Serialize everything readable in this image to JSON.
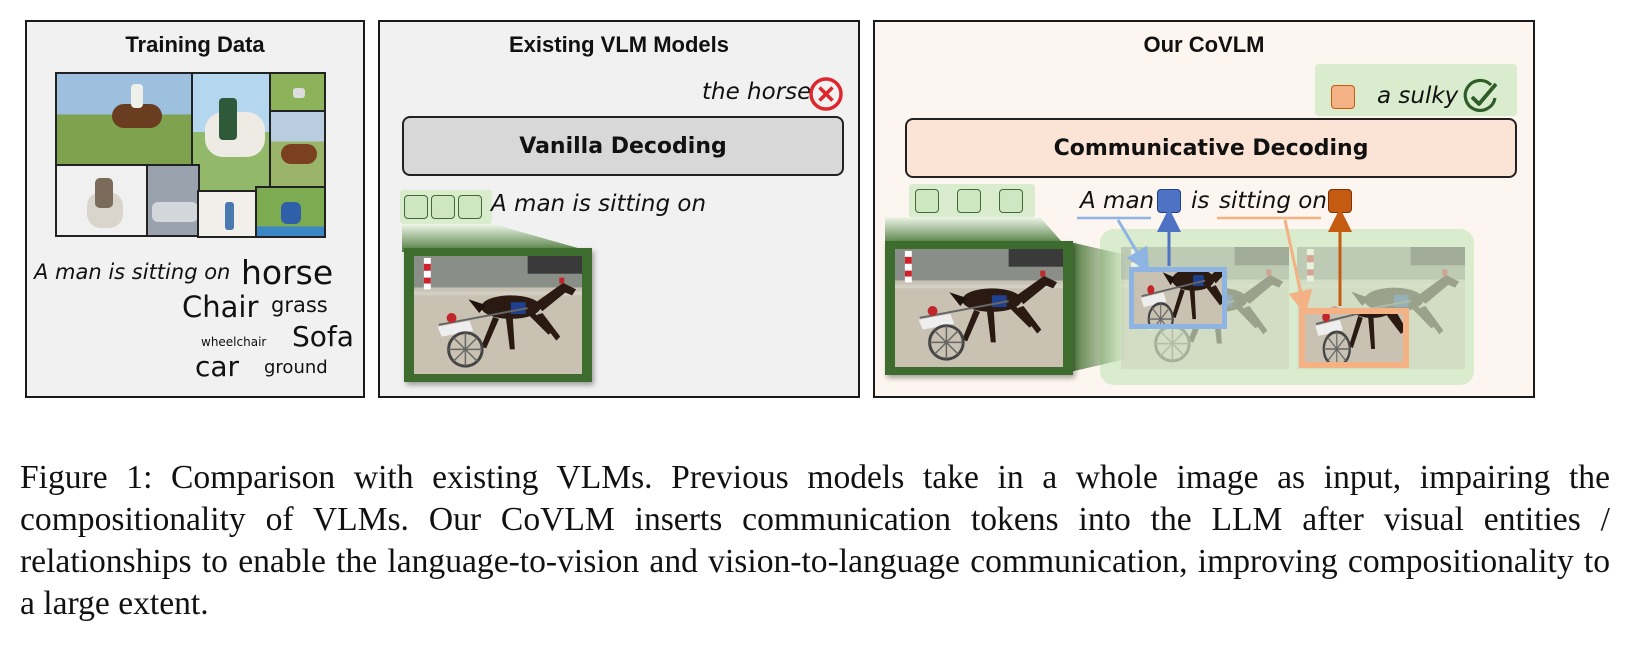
{
  "panels": {
    "training": {
      "title": "Training Data",
      "prompt": "A man is sitting on",
      "words": [
        "horse",
        "Chair",
        "grass",
        "wheelchair",
        "Sofa",
        "car",
        "ground"
      ]
    },
    "existing": {
      "title": "Existing VLM Models",
      "output": "the horse",
      "decoder_label": "Vanilla Decoding",
      "prompt": "A man is sitting on"
    },
    "ours": {
      "title": "Our CoVLM",
      "output": "a sulky",
      "decoder_label": "Communicative Decoding",
      "phrase_entity": "A man",
      "phrase_is": "is",
      "phrase_relation": "sitting on"
    }
  },
  "colors": {
    "panel_bg_gray": "#f1f1f1",
    "panel_bg_ours": "#fdf5ef",
    "token_green": "#cfe6c2",
    "token_blue": "#4e72c4",
    "token_orange": "#c55a11",
    "token_peach": "#f4b183",
    "wrong_red": "#e0262d",
    "check_green": "#2f5d2a",
    "decoder_gray": "#d8d8d8",
    "decoder_peach": "#fbe4d5"
  },
  "icons": {
    "wrong": "x-circle-icon",
    "correct": "check-circle-icon"
  },
  "caption": "Figure 1: Comparison with existing VLMs. Previous models take in a whole image as input, impairing the compositionality of VLMs. Our CoVLM inserts communication tokens into the LLM after visual entities / relationships to enable the language-to-vision and vision-to-language communication, improving compositionality to a large extent."
}
